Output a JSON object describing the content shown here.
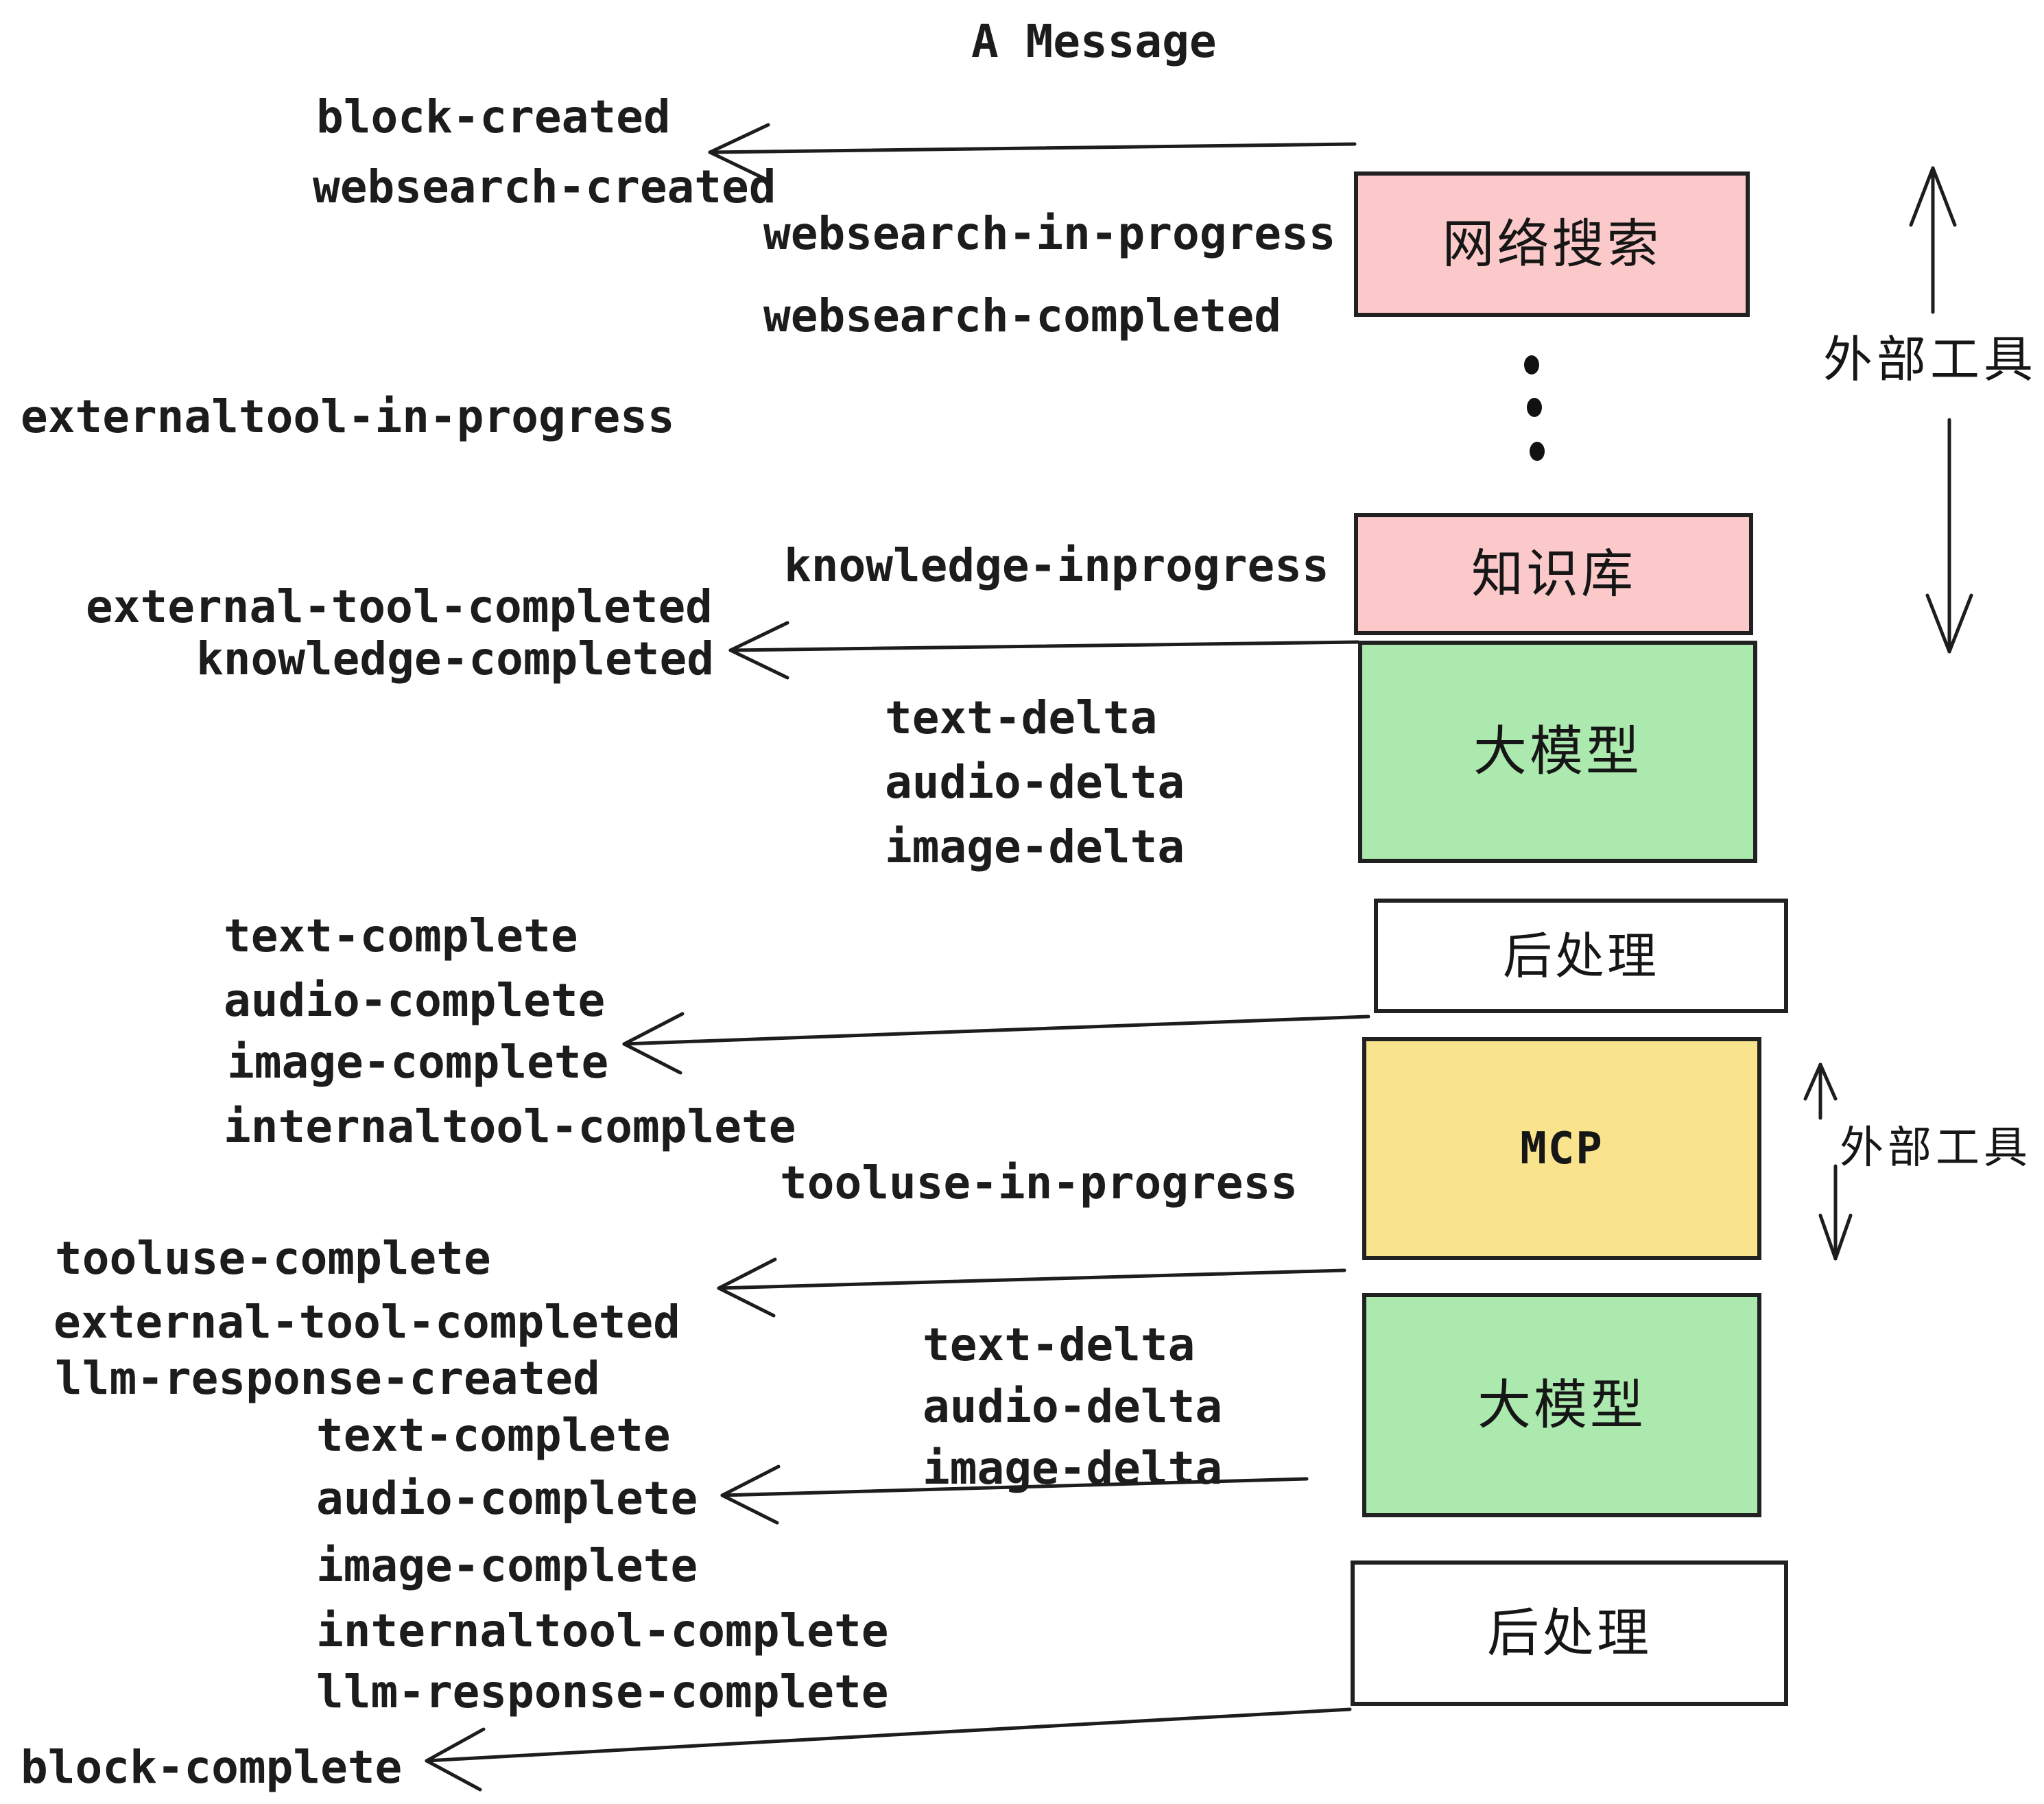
{
  "title": "A Message",
  "colors": {
    "pink": "#fbc9c9",
    "green": "#abe9ae",
    "yellow": "#f9e38c",
    "white": "#ffffff",
    "border": "#212121",
    "text": "#1c1c1c"
  },
  "events": {
    "block_created": "block-created",
    "websearch_created": "websearch-created",
    "websearch_in_progress": "websearch-in-progress",
    "websearch_completed": "websearch-completed",
    "externaltool_in_progress": "externaltool-in-progress",
    "knowledge_inprogress": "knowledge-inprogress",
    "external_tool_completed_1": "external-tool-completed",
    "knowledge_completed": "knowledge-completed",
    "text_delta_1": "text-delta",
    "audio_delta_1": "audio-delta",
    "image_delta_1": "image-delta",
    "text_complete_1": "text-complete",
    "audio_complete_1": "audio-complete",
    "image_complete_1": "image-complete",
    "internaltool_complete_1": "internaltool-complete",
    "tooluse_in_progress": "tooluse-in-progress",
    "tooluse_complete": "tooluse-complete",
    "external_tool_completed_2": "external-tool-completed",
    "llm_response_created": "llm-response-created",
    "text_complete_2": "text-complete",
    "audio_complete_2": "audio-complete",
    "image_complete_2": "image-complete",
    "internaltool_complete_2": "internaltool-complete",
    "llm_response_complete": "llm-response-complete",
    "block_complete": "block-complete"
  },
  "boxes": [
    {
      "id": "web-search",
      "label": "网络搜索",
      "color": "#fbc9c9"
    },
    {
      "id": "knowledge-base",
      "label": "知识库",
      "color": "#fbc9c9"
    },
    {
      "id": "llm-1",
      "label": "大模型",
      "color": "#abe9ae"
    },
    {
      "id": "post-process-1",
      "label": "后处理",
      "color": "#ffffff"
    },
    {
      "id": "mcp",
      "label": "MCP",
      "color": "#f9e38c"
    },
    {
      "id": "llm-2",
      "label": "大模型",
      "color": "#abe9ae"
    },
    {
      "id": "post-process-2",
      "label": "后处理",
      "color": "#ffffff"
    }
  ],
  "side_labels": {
    "external_tool_1": "外部工具",
    "external_tool_2": "外部工具"
  }
}
